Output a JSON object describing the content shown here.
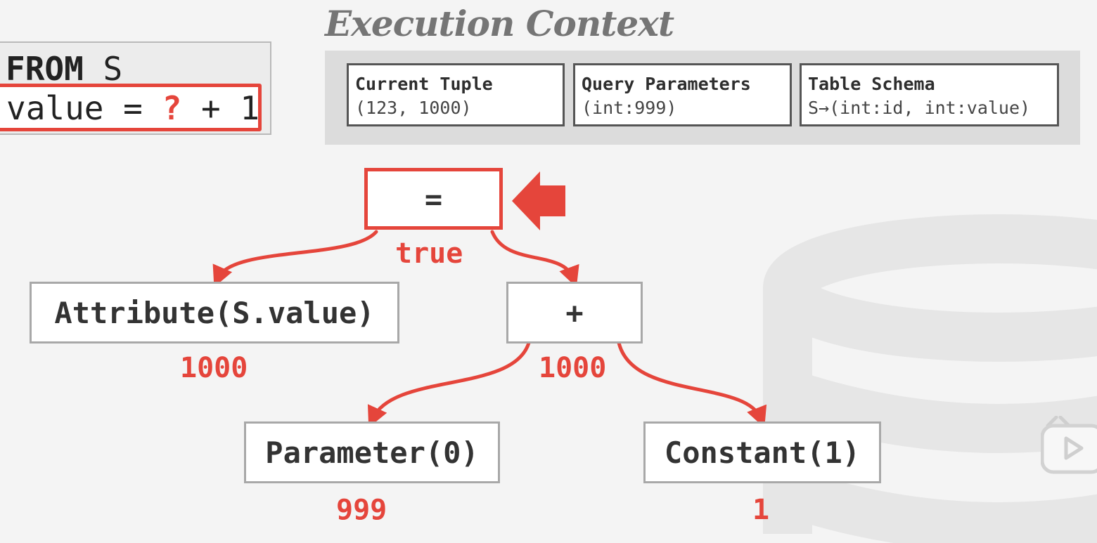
{
  "context": {
    "title": "Execution Context",
    "boxes": [
      {
        "header": "Current Tuple",
        "value": "(123, 1000)"
      },
      {
        "header": "Query Parameters",
        "value": "(int:999)"
      },
      {
        "header": "Table Schema",
        "value": "S→(int:id, int:value)"
      }
    ]
  },
  "sql": {
    "from_keyword": "FROM",
    "from_table": "S",
    "where_left": "value = ",
    "where_param": "?",
    "where_right": " + 1"
  },
  "tree": {
    "root": {
      "label": "=",
      "value": "true"
    },
    "attribute": {
      "label": "Attribute(S.value)",
      "value": "1000"
    },
    "plus": {
      "label": "+",
      "value": "1000"
    },
    "parameter": {
      "label": "Parameter(0)",
      "value": "999"
    },
    "constant": {
      "label": "Constant(1)",
      "value": "1"
    }
  },
  "colors": {
    "accent": "#e5453b",
    "node_border": "#a8a8a8",
    "panel": "#dcdcdc"
  },
  "icons": {
    "pointer": "arrow-left-icon",
    "watermark": "database-icon",
    "player": "play-icon"
  }
}
